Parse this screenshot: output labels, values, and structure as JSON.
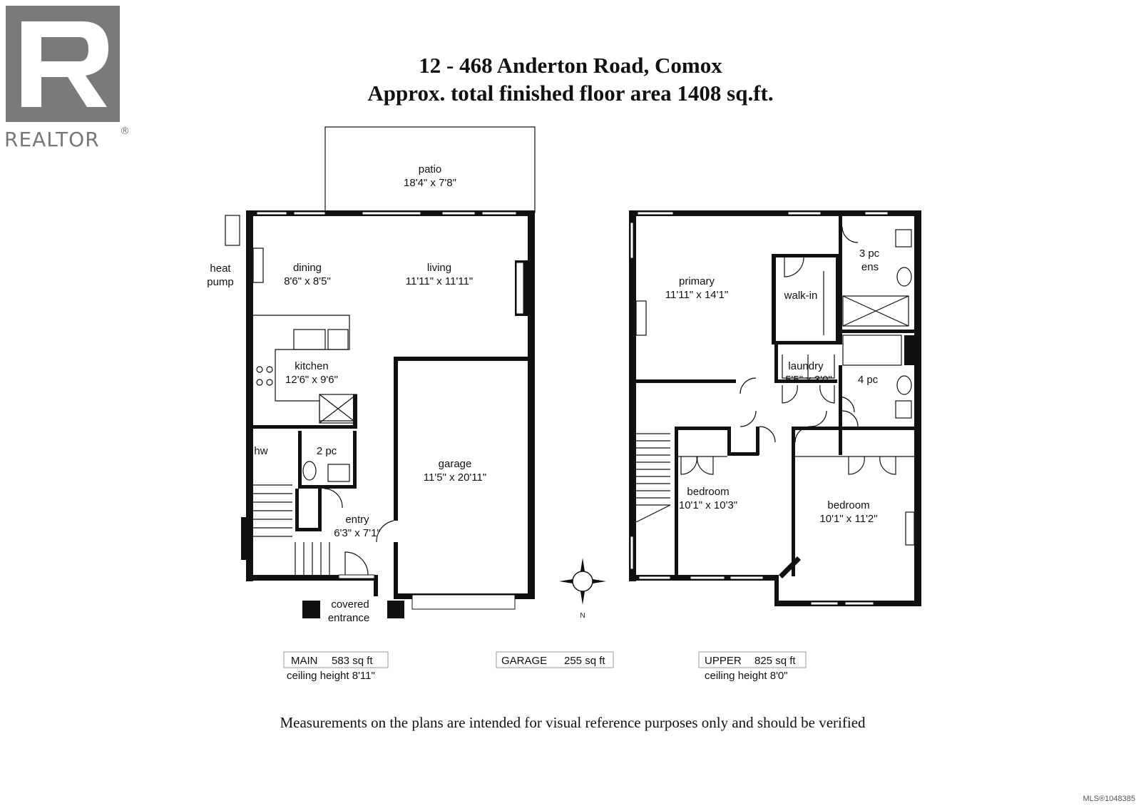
{
  "title": {
    "address": "12 - 468 Anderton Road, Comox",
    "area": "Approx. total finished floor area 1408 sq.ft."
  },
  "logo": {
    "text": "REALTOR",
    "mark": "®",
    "icon": "realtor-r-logo-icon",
    "color": "#777777"
  },
  "main_floor": {
    "rooms": [
      {
        "id": "patio",
        "name": "patio",
        "dims": "18'4\" x 7'8\""
      },
      {
        "id": "dining",
        "name": "dining",
        "dims": "8'6\" x 8'5\""
      },
      {
        "id": "living",
        "name": "living",
        "dims": "11'11\" x 11'11\""
      },
      {
        "id": "kitchen",
        "name": "kitchen",
        "dims": "12'6\" x 9'6\""
      },
      {
        "id": "garage",
        "name": "garage",
        "dims": "11'5\" x 20'11\""
      },
      {
        "id": "entry",
        "name": "entry",
        "dims": "6'3\" x 7'1\""
      }
    ],
    "labels": {
      "heat_pump_1": "heat",
      "heat_pump_2": "pump",
      "hw": "hw",
      "two_pc": "2 pc",
      "covered_1": "covered",
      "covered_2": "entrance"
    }
  },
  "upper_floor": {
    "rooms": [
      {
        "id": "primary",
        "name": "primary",
        "dims": "11'11\" x 14'1\""
      },
      {
        "id": "bedroom1",
        "name": "bedroom",
        "dims": "10'1\" x 10'3\""
      },
      {
        "id": "bedroom2",
        "name": "bedroom",
        "dims": "10'1\" x 11'2\""
      },
      {
        "id": "laundry",
        "name": "laundry",
        "dims": "5'5\" x 3'0\""
      }
    ],
    "labels": {
      "ens_1": "3 pc",
      "ens_2": "ens",
      "walkin": "walk-in",
      "four_pc": "4 pc"
    }
  },
  "compass": {
    "north": "N",
    "icon": "compass-icon"
  },
  "summary": {
    "main": {
      "label": "MAIN",
      "area": "583 sq ft",
      "ceiling": "ceiling height 8'11\""
    },
    "garage": {
      "label": "GARAGE",
      "area": "255 sq ft"
    },
    "upper": {
      "label": "UPPER",
      "area": "825 sq ft",
      "ceiling": "ceiling height 8'0\""
    }
  },
  "disclaimer": "Measurements on the plans are intended for visual reference purposes only and should be verified",
  "mls": "MLS®1048385"
}
